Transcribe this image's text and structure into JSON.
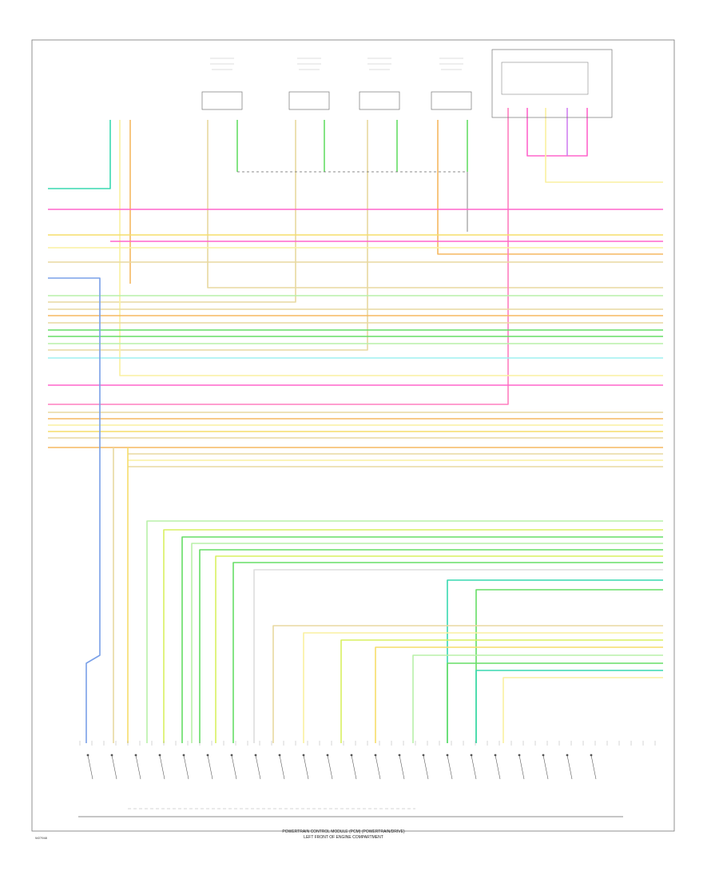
{
  "figure_id": "W27948",
  "footer_title_line1": "POWERTRAIN CONTROL MODULE (PCM) (POWERTRAIN/DRIVE)",
  "footer_title_line2": "LEFT FRONT OF ENGINE COMPARTMENT",
  "colors": {
    "pink": "#ff7fbf",
    "magenta": "#ff66cc",
    "yellow": "#f6de6a",
    "ltyellow": "#faf0a0",
    "tan": "#e8d9a0",
    "orange": "#f5b860",
    "ltgreen": "#b8f0a8",
    "green": "#66dd66",
    "yelgreen": "#d8f060",
    "cyan": "#9ff0f0",
    "aqua": "#39d9b0",
    "blue": "#7aa0e8",
    "violet": "#d080f0",
    "grey": "#bdbdbd",
    "black": "#555555",
    "white": "#dddddd",
    "frame": "#777777"
  }
}
